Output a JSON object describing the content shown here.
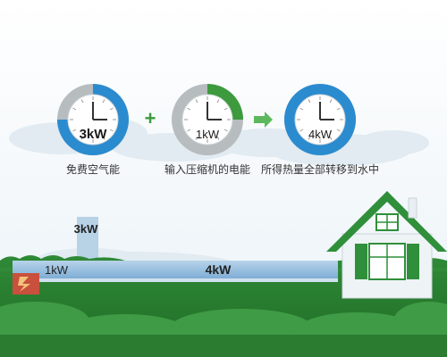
{
  "gauges": [
    {
      "label": "3kW",
      "caption": "免费空气能",
      "arc_color": "#2b8bcf",
      "fill_fraction": 0.75
    },
    {
      "label": "1kW",
      "caption": "输入压缩机的电能",
      "arc_color": "#3d9a3d",
      "fill_fraction": 0.25
    },
    {
      "label": "4kW",
      "caption": "所得热量全部转移到水中",
      "arc_color": "#2b8bcf",
      "fill_fraction": 1.0
    }
  ],
  "operators": {
    "plus": "+",
    "arrow": "→"
  },
  "flow": {
    "air_label": "3kW",
    "input_label": "1kW",
    "output_label": "4kW"
  },
  "colors": {
    "sky": "#e9f1f6",
    "cloud": "#dde8ef",
    "grass": "#2e7d32",
    "grass_light": "#3f9b45",
    "pipe": "#8fb9dc",
    "house_wall": "#f4f7f9",
    "house_roof": "#2f8f3a",
    "compressor": "#c9503c"
  }
}
